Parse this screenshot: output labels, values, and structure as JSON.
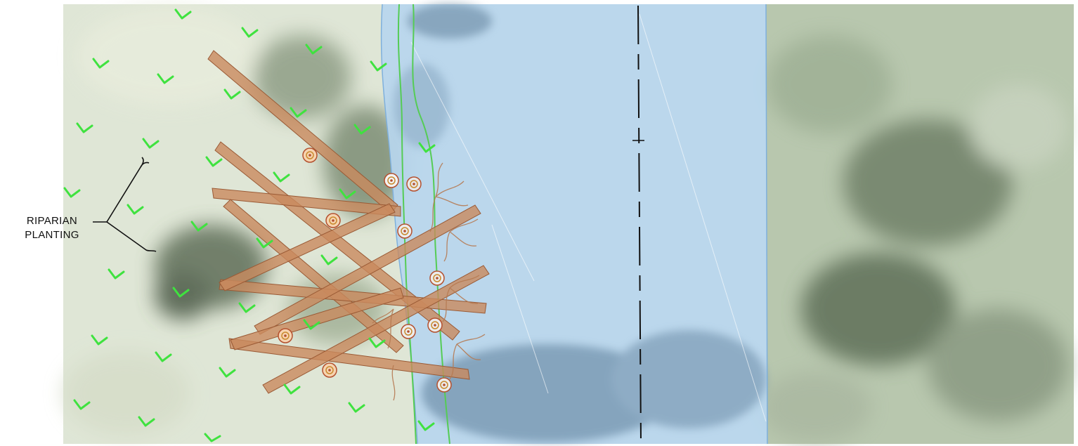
{
  "callout": {
    "line1": "RIPARIAN",
    "line2": "PLANTING"
  },
  "legend_colors": {
    "planting_symbol": "#3fe23f",
    "channel_water": "#b7d6ee",
    "log_structure": "#c98a5e",
    "log_outline": "#9a5a35",
    "centerline": "#111111",
    "bank_line": "#55cc55",
    "channel_edge": "#7fb0dc"
  },
  "icons": {
    "planting": "checkmark-plant-symbol",
    "anchor": "circular-anchor-pile-symbol",
    "rootwad": "rootwad-symbol"
  }
}
